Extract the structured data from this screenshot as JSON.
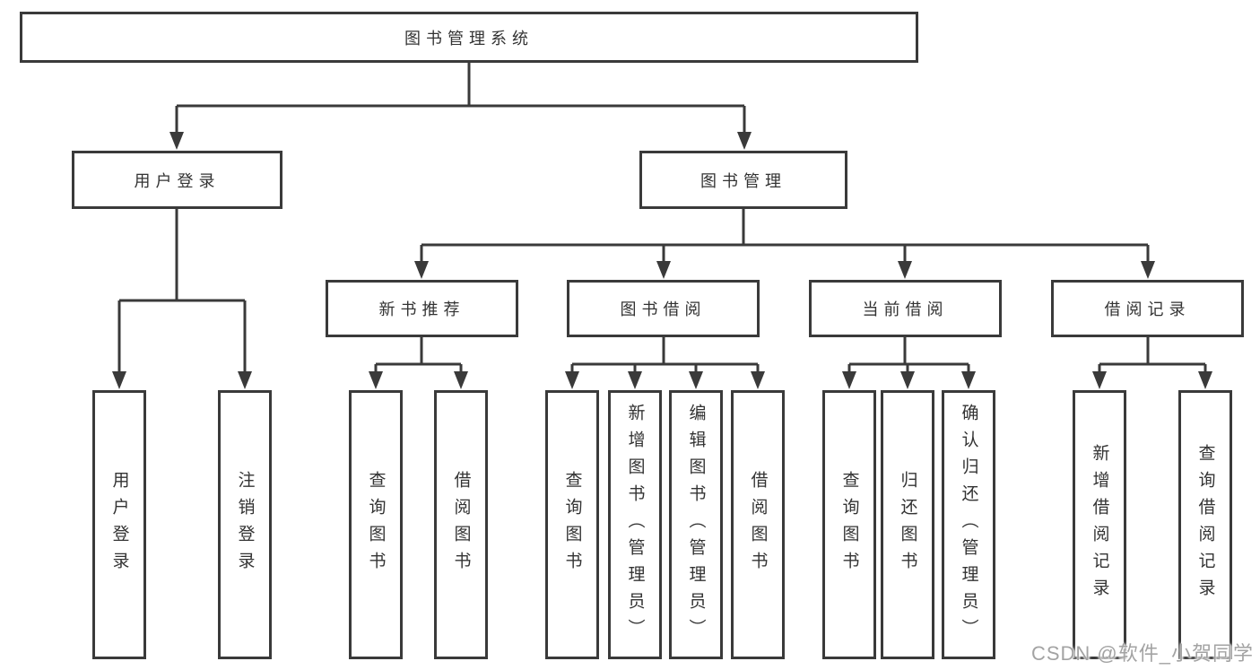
{
  "diagram": {
    "tree": {
      "label": "图书管理系统",
      "children": [
        {
          "label": "用户登录",
          "children": [
            {
              "label": "用户登录"
            },
            {
              "label": "注销登录"
            }
          ]
        },
        {
          "label": "图书管理",
          "children": [
            {
              "label": "新书推荐",
              "children": [
                {
                  "label": "查询图书"
                },
                {
                  "label": "借阅图书"
                }
              ]
            },
            {
              "label": "图书借阅",
              "children": [
                {
                  "label": "查询图书"
                },
                {
                  "label": "新增图书（管理员）"
                },
                {
                  "label": "编辑图书（管理员）"
                },
                {
                  "label": "借阅图书"
                }
              ]
            },
            {
              "label": "当前借阅",
              "children": [
                {
                  "label": "查询图书"
                },
                {
                  "label": "归还图书"
                },
                {
                  "label": "确认归还（管理员）"
                }
              ]
            },
            {
              "label": "借阅记录",
              "children": [
                {
                  "label": "新增借阅记录"
                },
                {
                  "label": "查询借阅记录"
                }
              ]
            }
          ]
        }
      ]
    },
    "colors": {
      "line": "#3a3a3a",
      "box_border": "#3a3a3a",
      "box_background": "#ffffff",
      "text": "#333333",
      "page_background": "#ffffff",
      "watermark": "#a3a3a3"
    }
  },
  "watermark": {
    "text": "CSDN @软件_小贺同学"
  }
}
